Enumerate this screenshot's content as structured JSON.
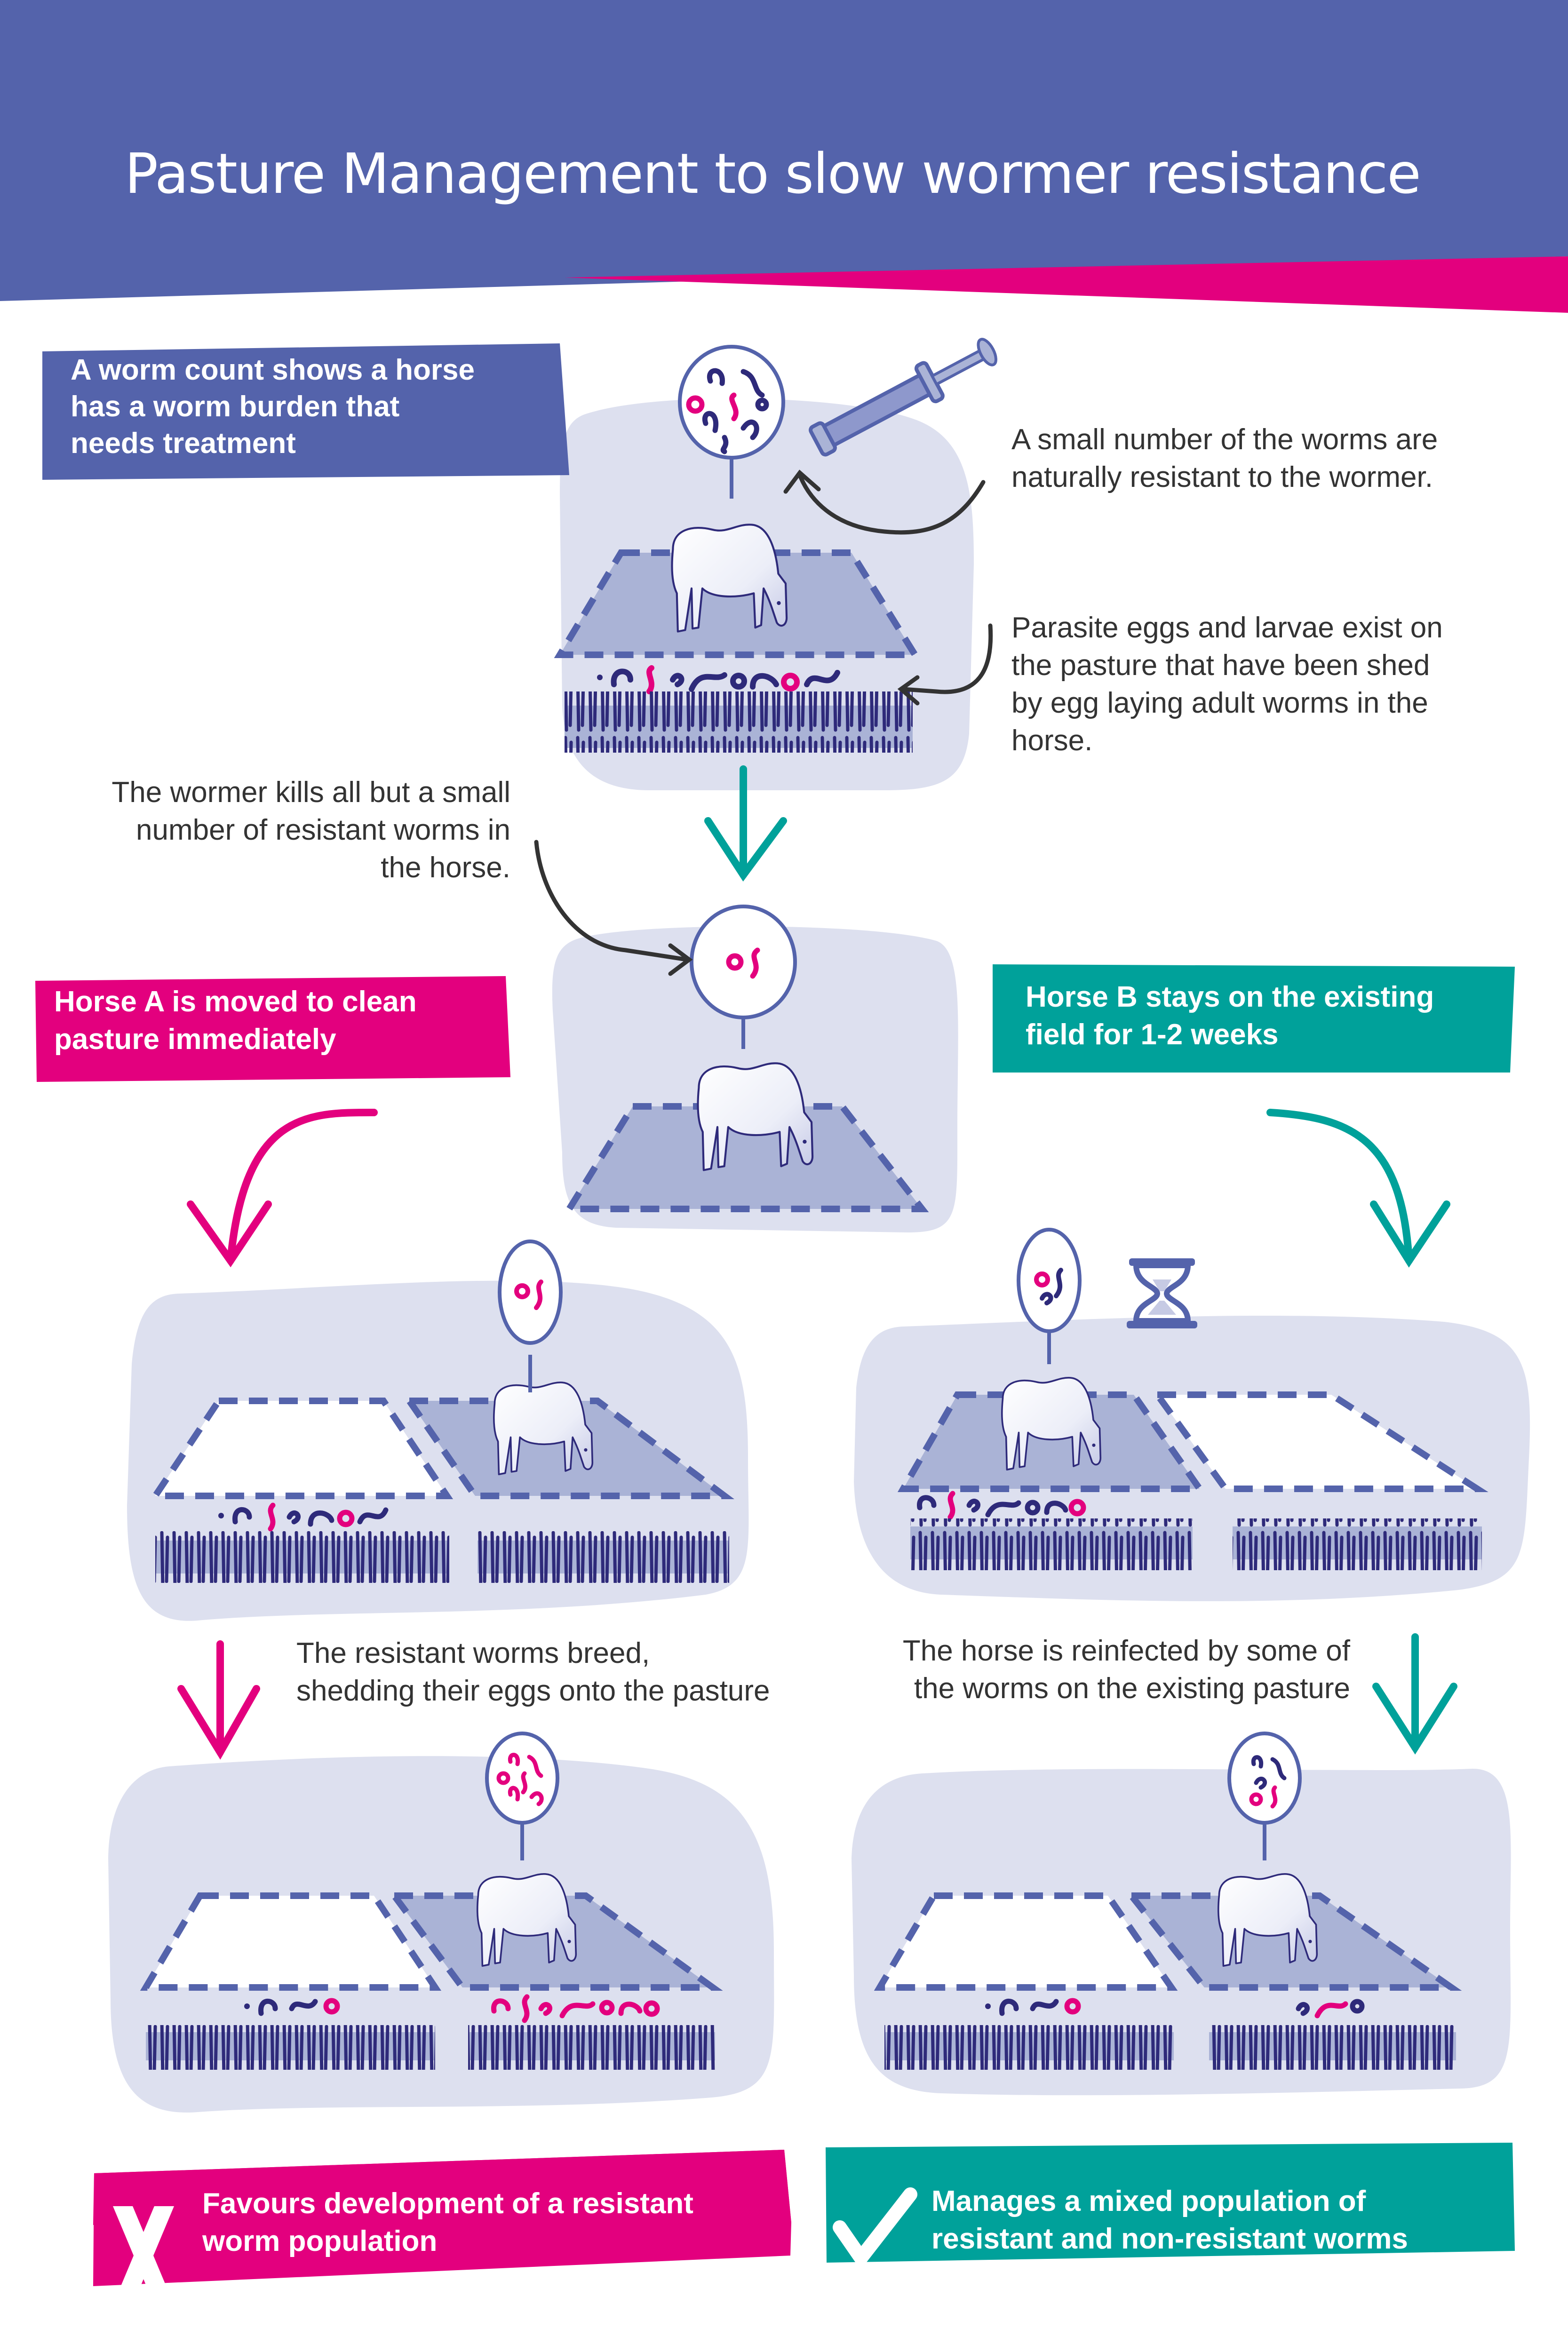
{
  "header": {
    "title": "Pasture Management to slow wormer resistance"
  },
  "colors": {
    "primary_blue": "#5463ab",
    "magenta": "#e3007e",
    "teal": "#00a19a",
    "panel_bg": "#dde0ef",
    "field_fill": "#aab3d6",
    "worm_dark": "#2e2a7a",
    "text_dark": "#333333"
  },
  "step1": {
    "label_lines": [
      "A worm count shows a horse",
      "has a worm burden that",
      "needs treatment"
    ],
    "note_resistant_lines": [
      "A small number of the worms are",
      "naturally resistant to the wormer."
    ],
    "note_pasture_lines": [
      "Parasite eggs and larvae exist on",
      "the pasture that have been shed",
      "by egg laying adult worms in the",
      "horse."
    ]
  },
  "step2": {
    "note_lines": [
      "The wormer kills all but a small",
      "number of resistant worms in",
      "the horse."
    ]
  },
  "horse_a": {
    "label_lines": [
      "Horse A is moved to clean",
      "pasture immediately"
    ],
    "note_lines": [
      "The resistant worms breed,",
      "shedding their eggs onto the pasture"
    ],
    "outcome_lines": [
      "Favours development of a resistant",
      "worm population"
    ],
    "outcome_icon": "cross-icon"
  },
  "horse_b": {
    "label_lines": [
      "Horse B stays on the existing",
      "field for 1-2 weeks"
    ],
    "note_lines": [
      "The horse is reinfected by some of",
      "the worms on the existing pasture"
    ],
    "outcome_lines": [
      "Manages a mixed population of",
      "resistant and non-resistant worms"
    ],
    "outcome_icon": "checkmark-icon"
  }
}
